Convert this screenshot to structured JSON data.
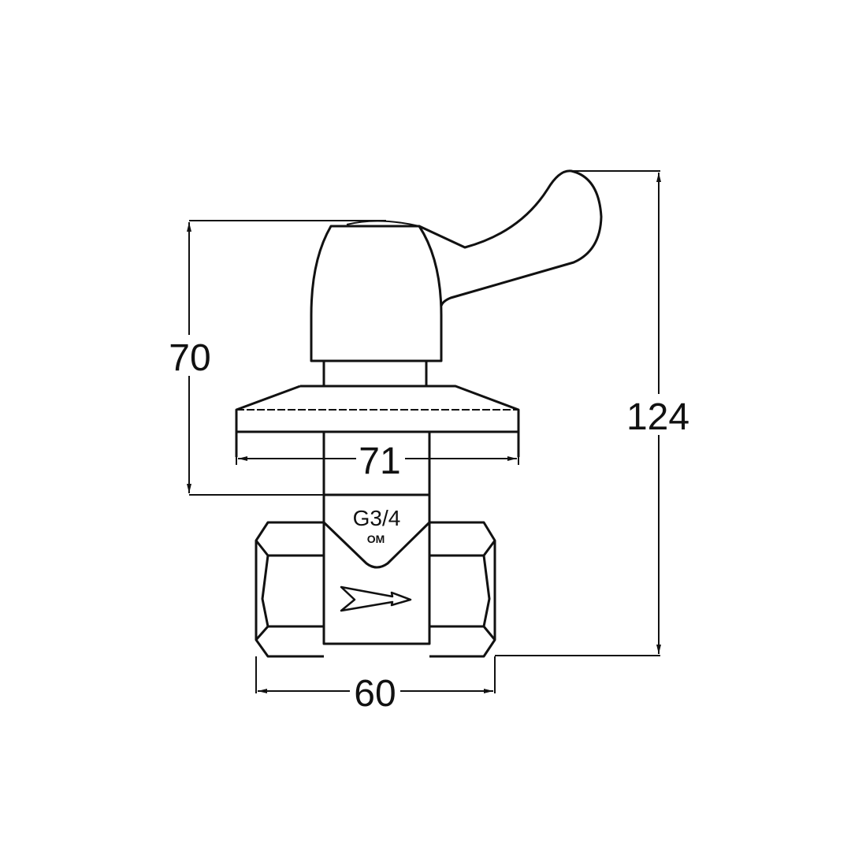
{
  "drawing": {
    "subject": "valve",
    "dimensions": {
      "height_body": "70",
      "flange_width": "71",
      "total_height": "124",
      "body_length": "60"
    },
    "labels": {
      "thread": "G3/4",
      "brand": "OM"
    },
    "line_color": "#111111",
    "background": "#ffffff"
  }
}
